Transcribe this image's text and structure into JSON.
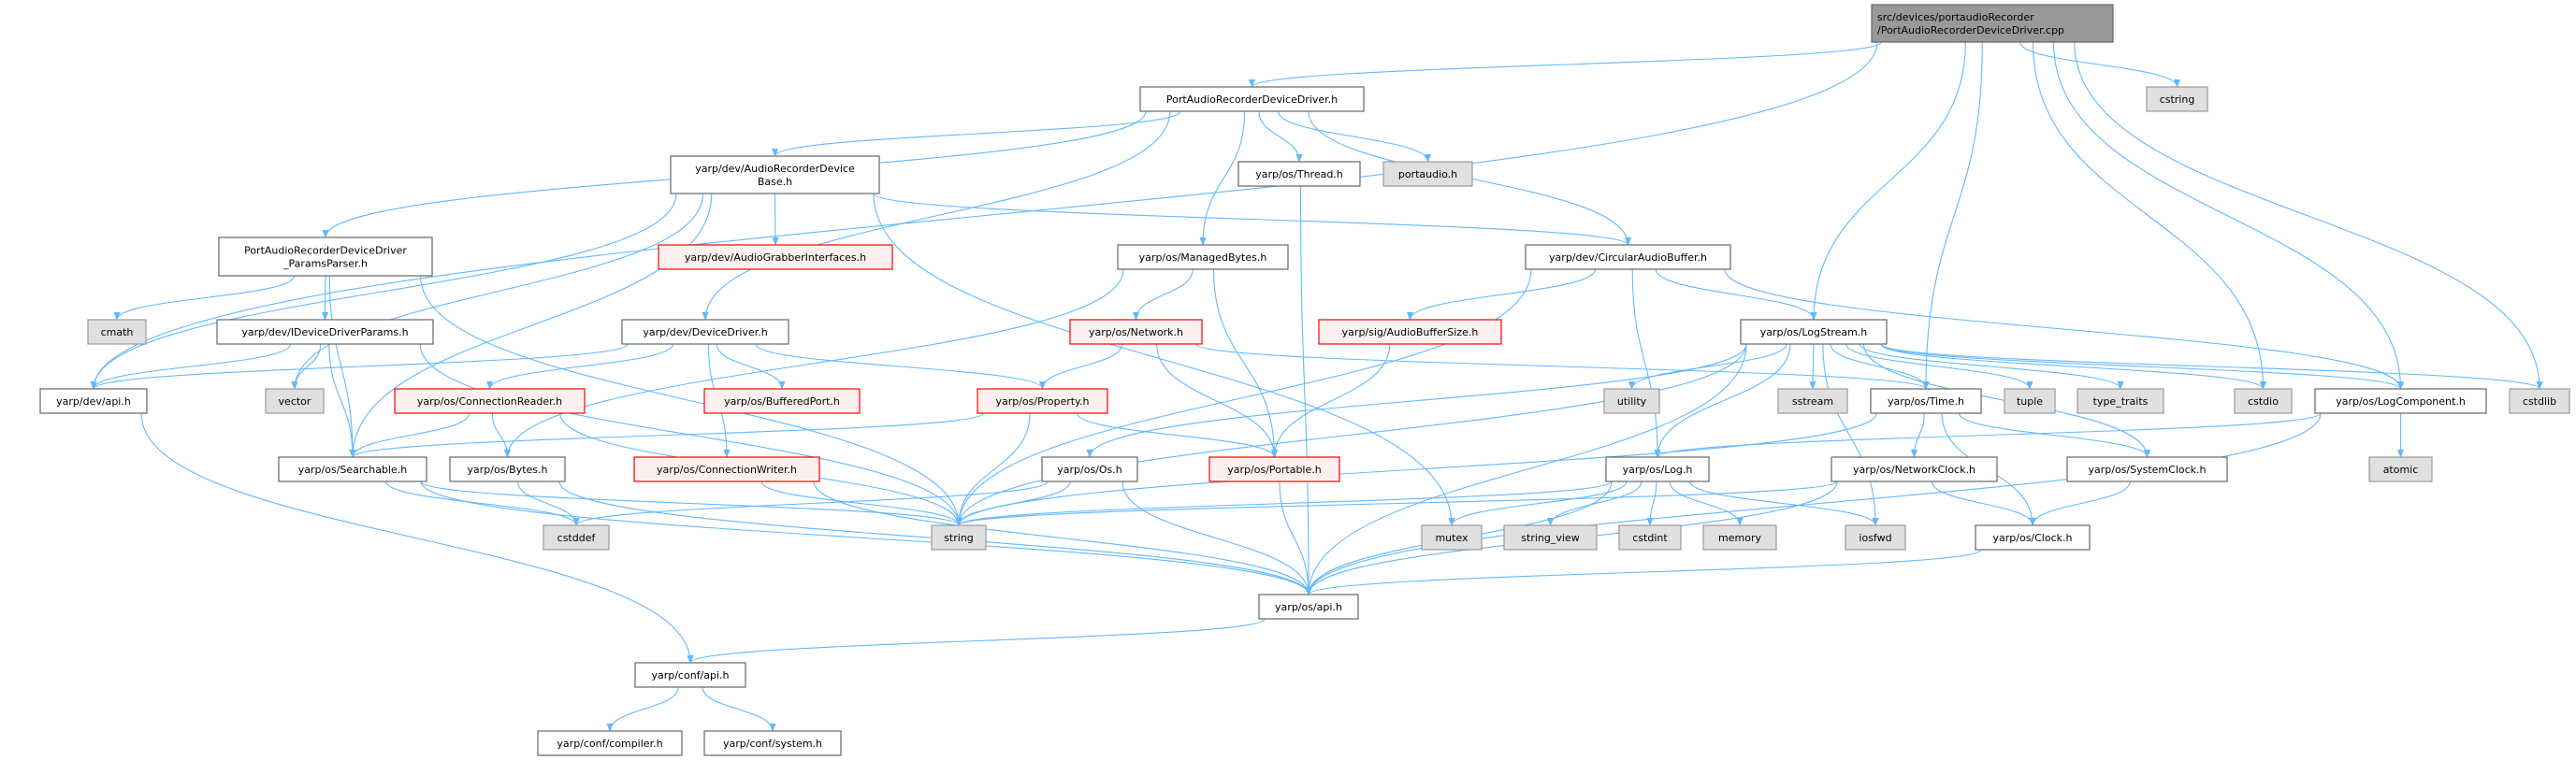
{
  "title": "PortAudioRecorderDeviceDriver.cpp include dependency graph",
  "colors": {
    "edge": "#63B8FF",
    "root_fill": "#999999",
    "root_border": "#666666",
    "normal_fill": "#FFFFFF",
    "normal_border": "#666666",
    "missing_fill": "#FFF0F0",
    "missing_border": "#FF0000",
    "external_fill": "#E0E0E0",
    "external_border": "#999999"
  },
  "nodes": [
    {
      "id": "root",
      "kind": "root",
      "lines": [
        "src/devices/portaudioRecorder",
        "/PortAudioRecorderDeviceDriver.cpp"
      ]
    },
    {
      "id": "padd",
      "kind": "normal",
      "lines": [
        "PortAudioRecorderDeviceDriver.h"
      ]
    },
    {
      "id": "cstring",
      "kind": "external",
      "lines": [
        "cstring"
      ]
    },
    {
      "id": "ardb",
      "kind": "normal",
      "lines": [
        "yarp/dev/AudioRecorderDevice",
        "Base.h"
      ]
    },
    {
      "id": "thread",
      "kind": "normal",
      "lines": [
        "yarp/os/Thread.h"
      ]
    },
    {
      "id": "portaudio",
      "kind": "external",
      "lines": [
        "portaudio.h"
      ]
    },
    {
      "id": "pp",
      "kind": "normal",
      "lines": [
        "PortAudioRecorderDeviceDriver",
        "_ParamsParser.h"
      ]
    },
    {
      "id": "agi",
      "kind": "missing",
      "lines": [
        "yarp/dev/AudioGrabberInterfaces.h"
      ]
    },
    {
      "id": "mbytes",
      "kind": "normal",
      "lines": [
        "yarp/os/ManagedBytes.h"
      ]
    },
    {
      "id": "cab",
      "kind": "normal",
      "lines": [
        "yarp/dev/CircularAudioBuffer.h"
      ]
    },
    {
      "id": "cmath",
      "kind": "external",
      "lines": [
        "cmath"
      ]
    },
    {
      "id": "iddp",
      "kind": "normal",
      "lines": [
        "yarp/dev/IDeviceDriverParams.h"
      ]
    },
    {
      "id": "dd",
      "kind": "normal",
      "lines": [
        "yarp/dev/DeviceDriver.h"
      ]
    },
    {
      "id": "network",
      "kind": "missing",
      "lines": [
        "yarp/os/Network.h"
      ]
    },
    {
      "id": "abs",
      "kind": "missing",
      "lines": [
        "yarp/sig/AudioBufferSize.h"
      ]
    },
    {
      "id": "logstream",
      "kind": "normal",
      "lines": [
        "yarp/os/LogStream.h"
      ]
    },
    {
      "id": "devapi",
      "kind": "normal",
      "lines": [
        "yarp/dev/api.h"
      ]
    },
    {
      "id": "vector",
      "kind": "external",
      "lines": [
        "vector"
      ]
    },
    {
      "id": "creader",
      "kind": "missing",
      "lines": [
        "yarp/os/ConnectionReader.h"
      ]
    },
    {
      "id": "bport",
      "kind": "missing",
      "lines": [
        "yarp/os/BufferedPort.h"
      ]
    },
    {
      "id": "property",
      "kind": "missing",
      "lines": [
        "yarp/os/Property.h"
      ]
    },
    {
      "id": "utility",
      "kind": "external",
      "lines": [
        "utility"
      ]
    },
    {
      "id": "sstream",
      "kind": "external",
      "lines": [
        "sstream"
      ]
    },
    {
      "id": "time",
      "kind": "normal",
      "lines": [
        "yarp/os/Time.h"
      ]
    },
    {
      "id": "tuple",
      "kind": "external",
      "lines": [
        "tuple"
      ]
    },
    {
      "id": "typetraits",
      "kind": "external",
      "lines": [
        "type_traits"
      ]
    },
    {
      "id": "cstdio",
      "kind": "external",
      "lines": [
        "cstdio"
      ]
    },
    {
      "id": "logcomp",
      "kind": "normal",
      "lines": [
        "yarp/os/LogComponent.h"
      ]
    },
    {
      "id": "cstdlib",
      "kind": "external",
      "lines": [
        "cstdlib"
      ]
    },
    {
      "id": "searchable",
      "kind": "normal",
      "lines": [
        "yarp/os/Searchable.h"
      ]
    },
    {
      "id": "bytes",
      "kind": "normal",
      "lines": [
        "yarp/os/Bytes.h"
      ]
    },
    {
      "id": "cwriter",
      "kind": "missing",
      "lines": [
        "yarp/os/ConnectionWriter.h"
      ]
    },
    {
      "id": "os",
      "kind": "normal",
      "lines": [
        "yarp/os/Os.h"
      ]
    },
    {
      "id": "portable",
      "kind": "missing",
      "lines": [
        "yarp/os/Portable.h"
      ]
    },
    {
      "id": "log",
      "kind": "normal",
      "lines": [
        "yarp/os/Log.h"
      ]
    },
    {
      "id": "netclock",
      "kind": "normal",
      "lines": [
        "yarp/os/NetworkClock.h"
      ]
    },
    {
      "id": "sysclock",
      "kind": "normal",
      "lines": [
        "yarp/os/SystemClock.h"
      ]
    },
    {
      "id": "atomic",
      "kind": "external",
      "lines": [
        "atomic"
      ]
    },
    {
      "id": "cstddef",
      "kind": "external",
      "lines": [
        "cstddef"
      ]
    },
    {
      "id": "string",
      "kind": "external",
      "lines": [
        "string"
      ]
    },
    {
      "id": "mutex",
      "kind": "external",
      "lines": [
        "mutex"
      ]
    },
    {
      "id": "stringview",
      "kind": "external",
      "lines": [
        "string_view"
      ]
    },
    {
      "id": "cstdint",
      "kind": "external",
      "lines": [
        "cstdint"
      ]
    },
    {
      "id": "memory",
      "kind": "external",
      "lines": [
        "memory"
      ]
    },
    {
      "id": "iosfwd",
      "kind": "external",
      "lines": [
        "iosfwd"
      ]
    },
    {
      "id": "clock",
      "kind": "normal",
      "lines": [
        "yarp/os/Clock.h"
      ]
    },
    {
      "id": "osapi",
      "kind": "normal",
      "lines": [
        "yarp/os/api.h"
      ]
    },
    {
      "id": "confapi",
      "kind": "normal",
      "lines": [
        "yarp/conf/api.h"
      ]
    },
    {
      "id": "compiler",
      "kind": "normal",
      "lines": [
        "yarp/conf/compiler.h"
      ]
    },
    {
      "id": "system",
      "kind": "normal",
      "lines": [
        "yarp/conf/system.h"
      ]
    }
  ],
  "edges": [
    [
      "root",
      "devapi"
    ],
    [
      "root",
      "padd"
    ],
    [
      "root",
      "logstream"
    ],
    [
      "root",
      "time"
    ],
    [
      "root",
      "cstdio"
    ],
    [
      "root",
      "logcomp"
    ],
    [
      "root",
      "cstring"
    ],
    [
      "root",
      "cstdlib"
    ],
    [
      "padd",
      "pp"
    ],
    [
      "padd",
      "ardb"
    ],
    [
      "padd",
      "dd"
    ],
    [
      "padd",
      "mbytes"
    ],
    [
      "padd",
      "thread"
    ],
    [
      "padd",
      "portaudio"
    ],
    [
      "padd",
      "cab"
    ],
    [
      "ardb",
      "devapi"
    ],
    [
      "ardb",
      "vector"
    ],
    [
      "ardb",
      "searchable"
    ],
    [
      "ardb",
      "agi"
    ],
    [
      "ardb",
      "mutex"
    ],
    [
      "ardb",
      "cab"
    ],
    [
      "pp",
      "cmath"
    ],
    [
      "pp",
      "iddp"
    ],
    [
      "pp",
      "searchable"
    ],
    [
      "pp",
      "string"
    ],
    [
      "iddp",
      "devapi"
    ],
    [
      "iddp",
      "vector"
    ],
    [
      "iddp",
      "searchable"
    ],
    [
      "iddp",
      "string"
    ],
    [
      "dd",
      "devapi"
    ],
    [
      "dd",
      "creader"
    ],
    [
      "dd",
      "cwriter"
    ],
    [
      "dd",
      "bport"
    ],
    [
      "dd",
      "property"
    ],
    [
      "mbytes",
      "network"
    ],
    [
      "mbytes",
      "portable"
    ],
    [
      "mbytes",
      "bytes"
    ],
    [
      "network",
      "property"
    ],
    [
      "network",
      "portable"
    ],
    [
      "network",
      "time"
    ],
    [
      "thread",
      "osapi"
    ],
    [
      "cab",
      "abs"
    ],
    [
      "cab",
      "logstream"
    ],
    [
      "cab",
      "log"
    ],
    [
      "cab",
      "logcomp"
    ],
    [
      "cab",
      "string"
    ],
    [
      "abs",
      "portable"
    ],
    [
      "logstream",
      "utility"
    ],
    [
      "logstream",
      "sstream"
    ],
    [
      "logstream",
      "time"
    ],
    [
      "logstream",
      "tuple"
    ],
    [
      "logstream",
      "typetraits"
    ],
    [
      "logstream",
      "cstdio"
    ],
    [
      "logstream",
      "logcomp"
    ],
    [
      "logstream",
      "cstdlib"
    ],
    [
      "logstream",
      "log"
    ],
    [
      "logstream",
      "os"
    ],
    [
      "logstream",
      "string"
    ],
    [
      "logstream",
      "iosfwd"
    ],
    [
      "logstream",
      "sysclock"
    ],
    [
      "logstream",
      "osapi"
    ],
    [
      "creader",
      "searchable"
    ],
    [
      "creader",
      "bytes"
    ],
    [
      "creader",
      "string"
    ],
    [
      "cwriter",
      "string"
    ],
    [
      "cwriter",
      "osapi"
    ],
    [
      "property",
      "searchable"
    ],
    [
      "property",
      "string"
    ],
    [
      "property",
      "portable"
    ],
    [
      "searchable",
      "cstddef"
    ],
    [
      "searchable",
      "string"
    ],
    [
      "searchable",
      "osapi"
    ],
    [
      "bytes",
      "cstddef"
    ],
    [
      "bytes",
      "osapi"
    ],
    [
      "os",
      "cstddef"
    ],
    [
      "os",
      "string"
    ],
    [
      "os",
      "osapi"
    ],
    [
      "portable",
      "osapi"
    ],
    [
      "time",
      "netclock"
    ],
    [
      "time",
      "sysclock"
    ],
    [
      "time",
      "clock"
    ],
    [
      "time",
      "string"
    ],
    [
      "logcomp",
      "log"
    ],
    [
      "logcomp",
      "atomic"
    ],
    [
      "logcomp",
      "osapi"
    ],
    [
      "log",
      "mutex"
    ],
    [
      "log",
      "stringview"
    ],
    [
      "log",
      "cstdint"
    ],
    [
      "log",
      "memory"
    ],
    [
      "log",
      "iosfwd"
    ],
    [
      "log",
      "osapi"
    ],
    [
      "log",
      "string"
    ],
    [
      "netclock",
      "clock"
    ],
    [
      "netclock",
      "osapi"
    ],
    [
      "netclock",
      "string"
    ],
    [
      "sysclock",
      "clock"
    ],
    [
      "clock",
      "osapi"
    ],
    [
      "osapi",
      "confapi"
    ],
    [
      "devapi",
      "confapi"
    ],
    [
      "confapi",
      "compiler"
    ],
    [
      "confapi",
      "system"
    ]
  ]
}
